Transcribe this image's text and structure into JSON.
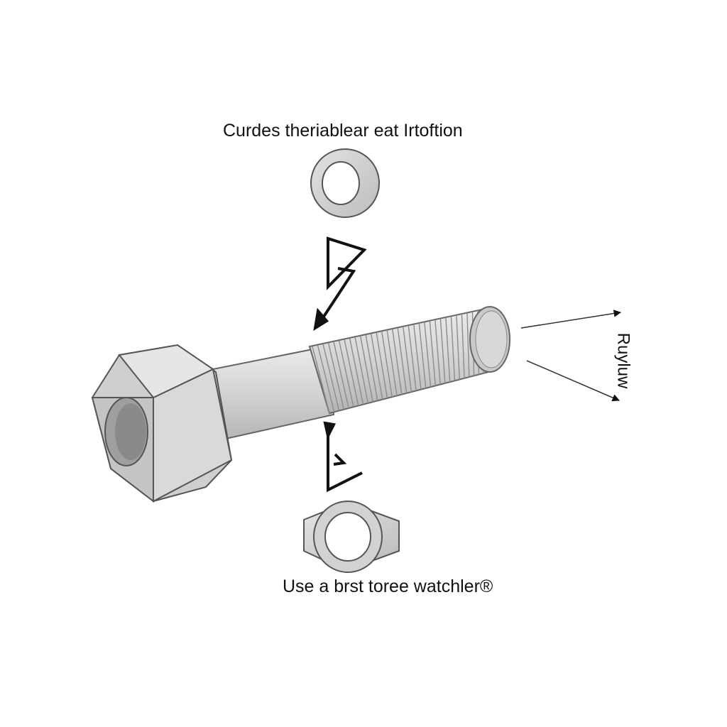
{
  "labels": {
    "top": "Curdes theriablear eat Irtoftion",
    "bottom": "Use a brst toree watchler®",
    "side": "Ruyluw"
  },
  "colors": {
    "background": "#ffffff",
    "steel_light": "#e4e4e4",
    "steel_mid": "#cfcfcf",
    "steel_dark": "#a9a9a9",
    "outline": "#555555",
    "arrow": "#111111"
  }
}
